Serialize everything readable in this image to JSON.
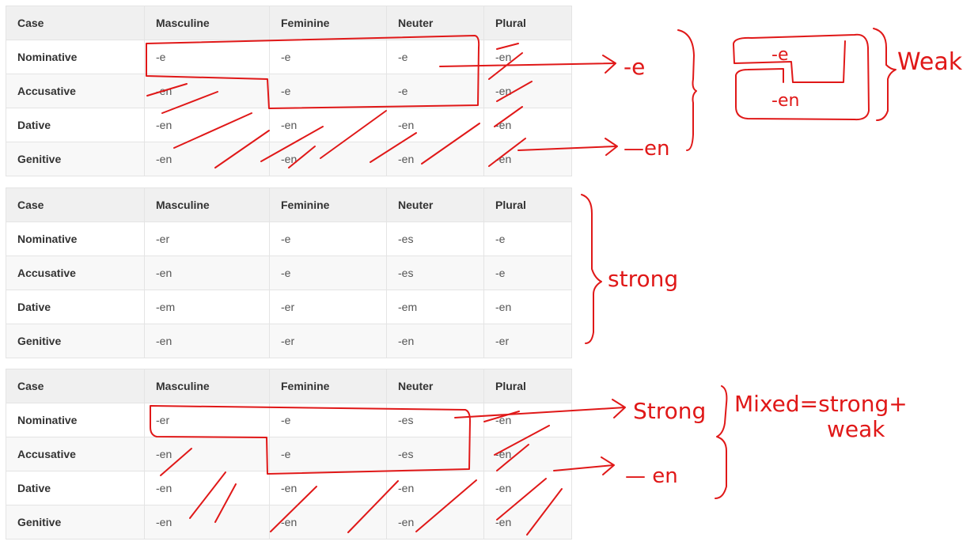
{
  "tables": [
    {
      "headers": [
        "Case",
        "Masculine",
        "Feminine",
        "Neuter",
        "Plural"
      ],
      "rows": [
        [
          "Nominative",
          "-e",
          "-e",
          "-e",
          "-en"
        ],
        [
          "Accusative",
          "-en",
          "-e",
          "-e",
          "-en"
        ],
        [
          "Dative",
          "-en",
          "-en",
          "-en",
          "-en"
        ],
        [
          "Genitive",
          "-en",
          "-en",
          "-en",
          "-en"
        ]
      ]
    },
    {
      "headers": [
        "Case",
        "Masculine",
        "Feminine",
        "Neuter",
        "Plural"
      ],
      "rows": [
        [
          "Nominative",
          "-er",
          "-e",
          "-es",
          "-e"
        ],
        [
          "Accusative",
          "-en",
          "-e",
          "-es",
          "-e"
        ],
        [
          "Dative",
          "-em",
          "-er",
          "-em",
          "-en"
        ],
        [
          "Genitive",
          "-en",
          "-er",
          "-en",
          "-er"
        ]
      ]
    },
    {
      "headers": [
        "Case",
        "Masculine",
        "Feminine",
        "Neuter",
        "Plural"
      ],
      "rows": [
        [
          "Nominative",
          "-er",
          "-e",
          "-es",
          "-en"
        ],
        [
          "Accusative",
          "-en",
          "-e",
          "-es",
          "-en"
        ],
        [
          "Dative",
          "-en",
          "-en",
          "-en",
          "-en"
        ],
        [
          "Genitive",
          "-en",
          "-en",
          "-en",
          "-en"
        ]
      ]
    }
  ],
  "annotations": {
    "t1_e": "-e",
    "t1_en": "—en",
    "weak_box_e": "-e",
    "weak_box_en": "-en",
    "weak": "Weak",
    "strong_label": "strong",
    "t3_strong": "Strong",
    "t3_en": "— en",
    "mixed_line1": "Mixed=strong+",
    "mixed_line2": "weak"
  },
  "colors": {
    "ink": "#e01818",
    "header_bg": "#f0f0f0",
    "row_alt": "#f8f8f8",
    "border": "#e4e4e4"
  }
}
